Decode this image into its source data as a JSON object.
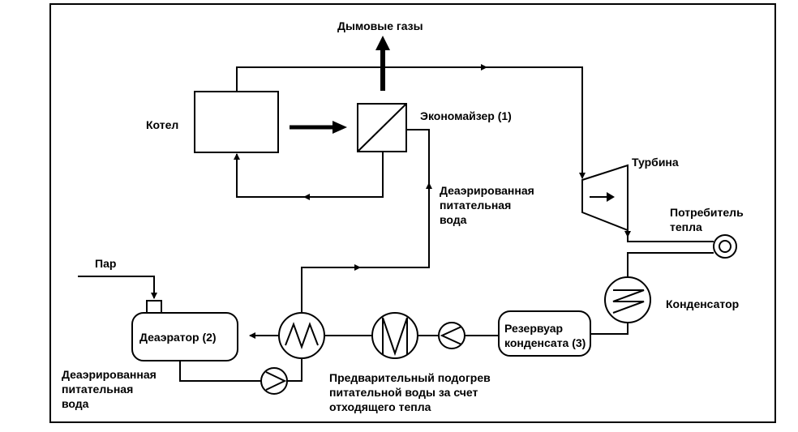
{
  "labels": {
    "flue_gas": "Дымовые газы",
    "boiler": "Котел",
    "economizer": "Экономайзер (1)",
    "turbine": "Турбина",
    "deaerated_top": [
      "Деаэрированная",
      "питательная",
      "вода"
    ],
    "heat_consumer": [
      "Потребитель",
      "тепла"
    ],
    "steam": "Пар",
    "condenser": "Конденсатор",
    "deaerator": "Деаэратор (2)",
    "reservoir": [
      "Резервуар",
      "конденсата (3)"
    ],
    "deaerated_bottom": [
      "Деаэрированная",
      "питательная",
      "вода"
    ],
    "preheat": [
      "Предварительный подогрев",
      "питательной воды за счет",
      "отходящего тепла"
    ]
  },
  "colors": {
    "line": "#000000",
    "background": "#ffffff"
  }
}
